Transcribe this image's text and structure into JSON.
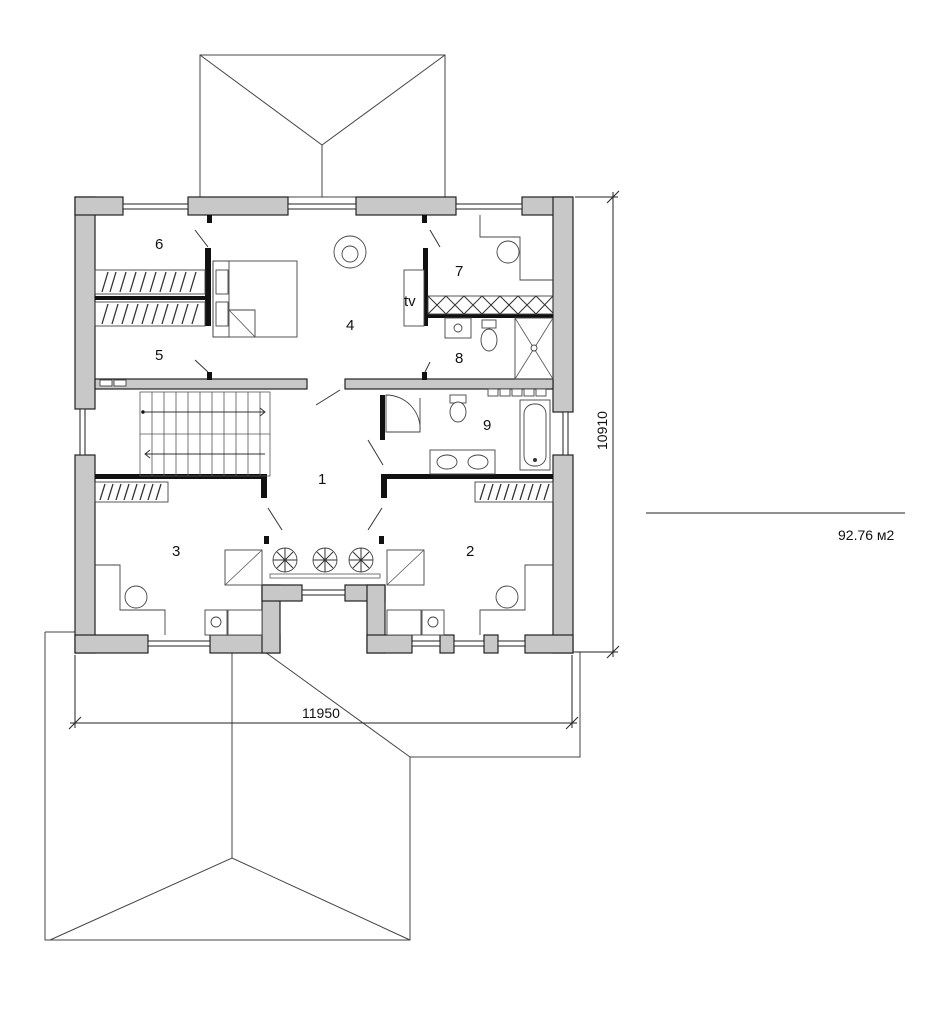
{
  "rooms": {
    "r1": "1",
    "r2": "2",
    "r3": "3",
    "r4": "4",
    "r5": "5",
    "r6": "6",
    "r7": "7",
    "r8": "8",
    "r9": "9"
  },
  "labels": {
    "tv": "tv"
  },
  "dimensions": {
    "width": "11950",
    "height": "10910"
  },
  "area": {
    "value": "92.76 м2"
  }
}
